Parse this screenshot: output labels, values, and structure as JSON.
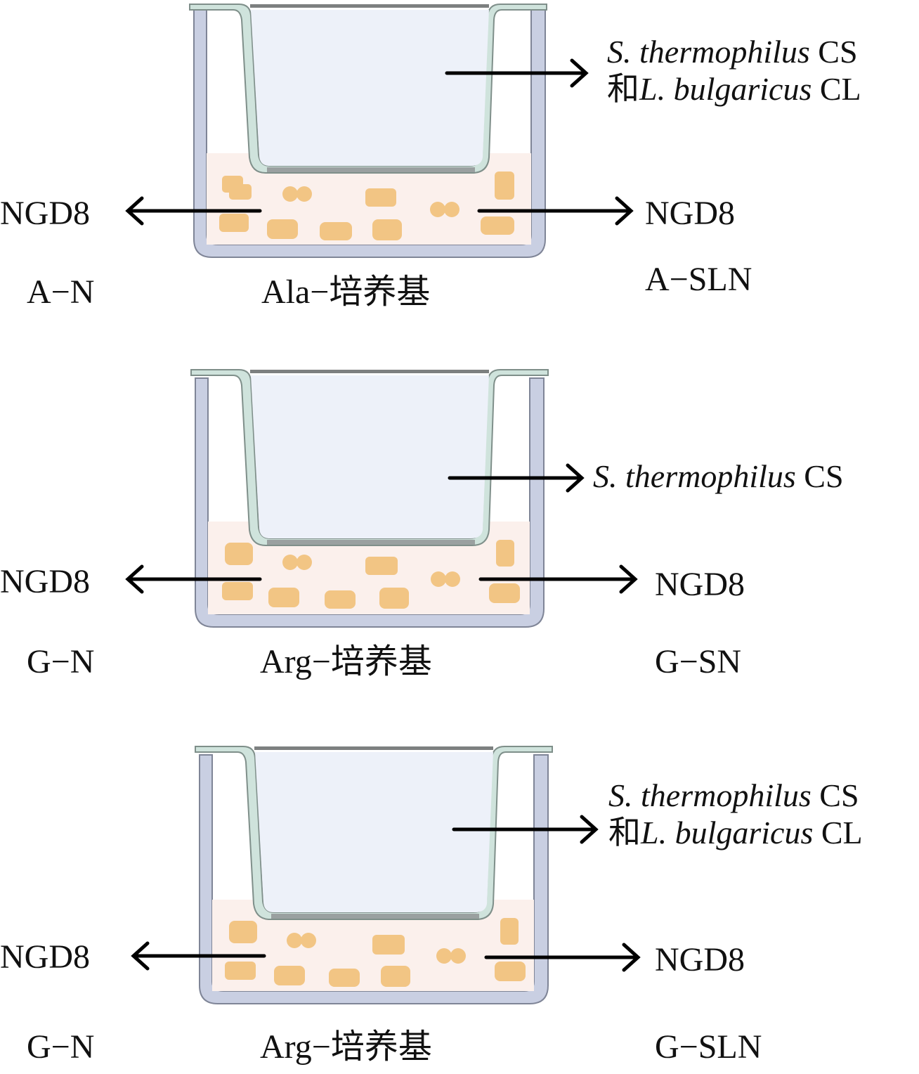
{
  "colors": {
    "outer_well": "#c9cfe2",
    "outer_well_stroke": "#7f8597",
    "insert": "#cfe3dc",
    "insert_stroke": "#7f8f8a",
    "insert_fill": "#edf1f9",
    "medium": "#fbf0ec",
    "cells": "#f2c584",
    "arrow": "#000000"
  },
  "panels": [
    {
      "id": "A",
      "insert_label_line1_italic": "S. thermophilus",
      "insert_label_line1_suffix": " CS",
      "insert_label_line2_prefix": "和",
      "insert_label_line2_italic": "L. bulgaricus",
      "insert_label_line2_suffix": " CL",
      "left_target": "NGD8",
      "right_target": "NGD8",
      "left_group": "A−N",
      "medium": "Ala−培养基",
      "right_group": "A−SLN"
    },
    {
      "id": "G1",
      "insert_label_line1_italic": "S. thermophilus",
      "insert_label_line1_suffix": " CS",
      "left_target": "NGD8",
      "right_target": "NGD8",
      "left_group": "G−N",
      "medium": "Arg−培养基",
      "right_group": "G−SN"
    },
    {
      "id": "G2",
      "insert_label_line1_italic": "S. thermophilus",
      "insert_label_line1_suffix": " CS",
      "insert_label_line2_prefix": "和",
      "insert_label_line2_italic": "L. bulgaricus",
      "insert_label_line2_suffix": " CL",
      "left_target": "NGD8",
      "right_target": "NGD8",
      "left_group": "G−N",
      "medium": "Arg−培养基",
      "right_group": "G−SLN"
    }
  ]
}
